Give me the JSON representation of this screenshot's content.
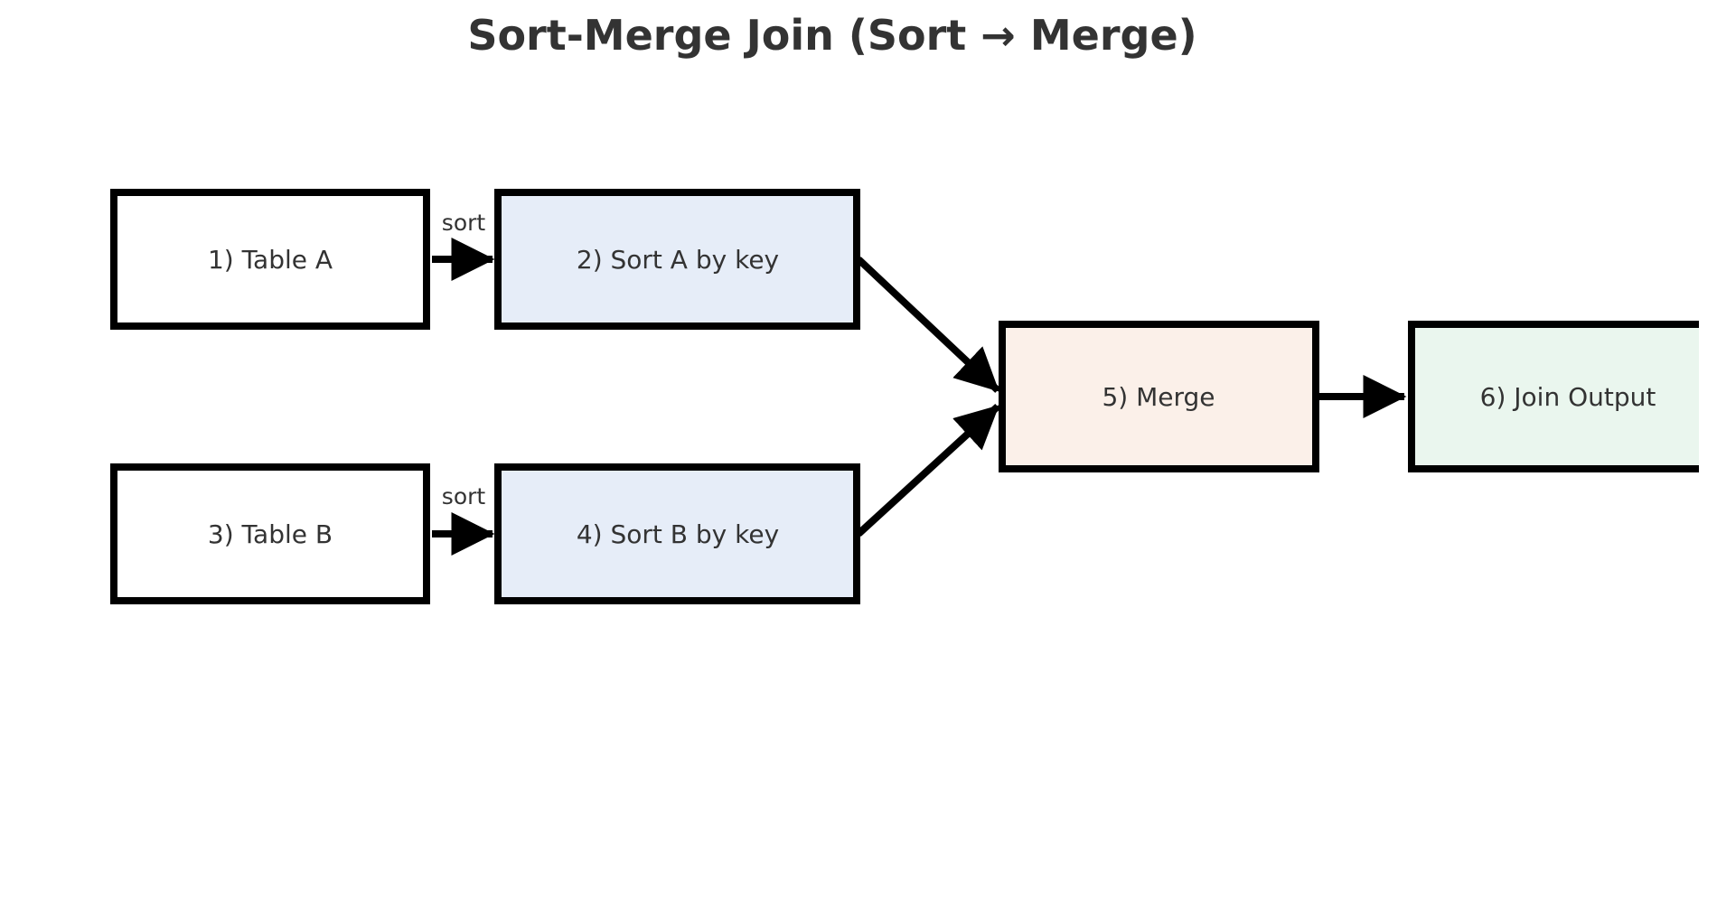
{
  "title": "Sort-Merge Join (Sort → Merge)",
  "colors": {
    "background": "#ffffff",
    "border": "#000000",
    "arrow": "#000000",
    "text": "#333333",
    "table_fill": "#ffffff",
    "sort_fill": "#e6edf8",
    "merge_fill": "#fbf0e9",
    "output_fill": "#eaf6ee"
  },
  "nodes": [
    {
      "id": "table-a",
      "label": "1) Table A"
    },
    {
      "id": "sort-a",
      "label": "2) Sort A by key"
    },
    {
      "id": "table-b",
      "label": "3) Table B"
    },
    {
      "id": "sort-b",
      "label": "4) Sort B by key"
    },
    {
      "id": "merge",
      "label": "5) Merge"
    },
    {
      "id": "join-output",
      "label": "6) Join Output"
    }
  ],
  "edges": [
    {
      "from": "table-a",
      "to": "sort-a",
      "label": "sort"
    },
    {
      "from": "table-b",
      "to": "sort-b",
      "label": "sort"
    },
    {
      "from": "sort-a",
      "to": "merge",
      "label": ""
    },
    {
      "from": "sort-b",
      "to": "merge",
      "label": ""
    },
    {
      "from": "merge",
      "to": "join-output",
      "label": ""
    }
  ]
}
